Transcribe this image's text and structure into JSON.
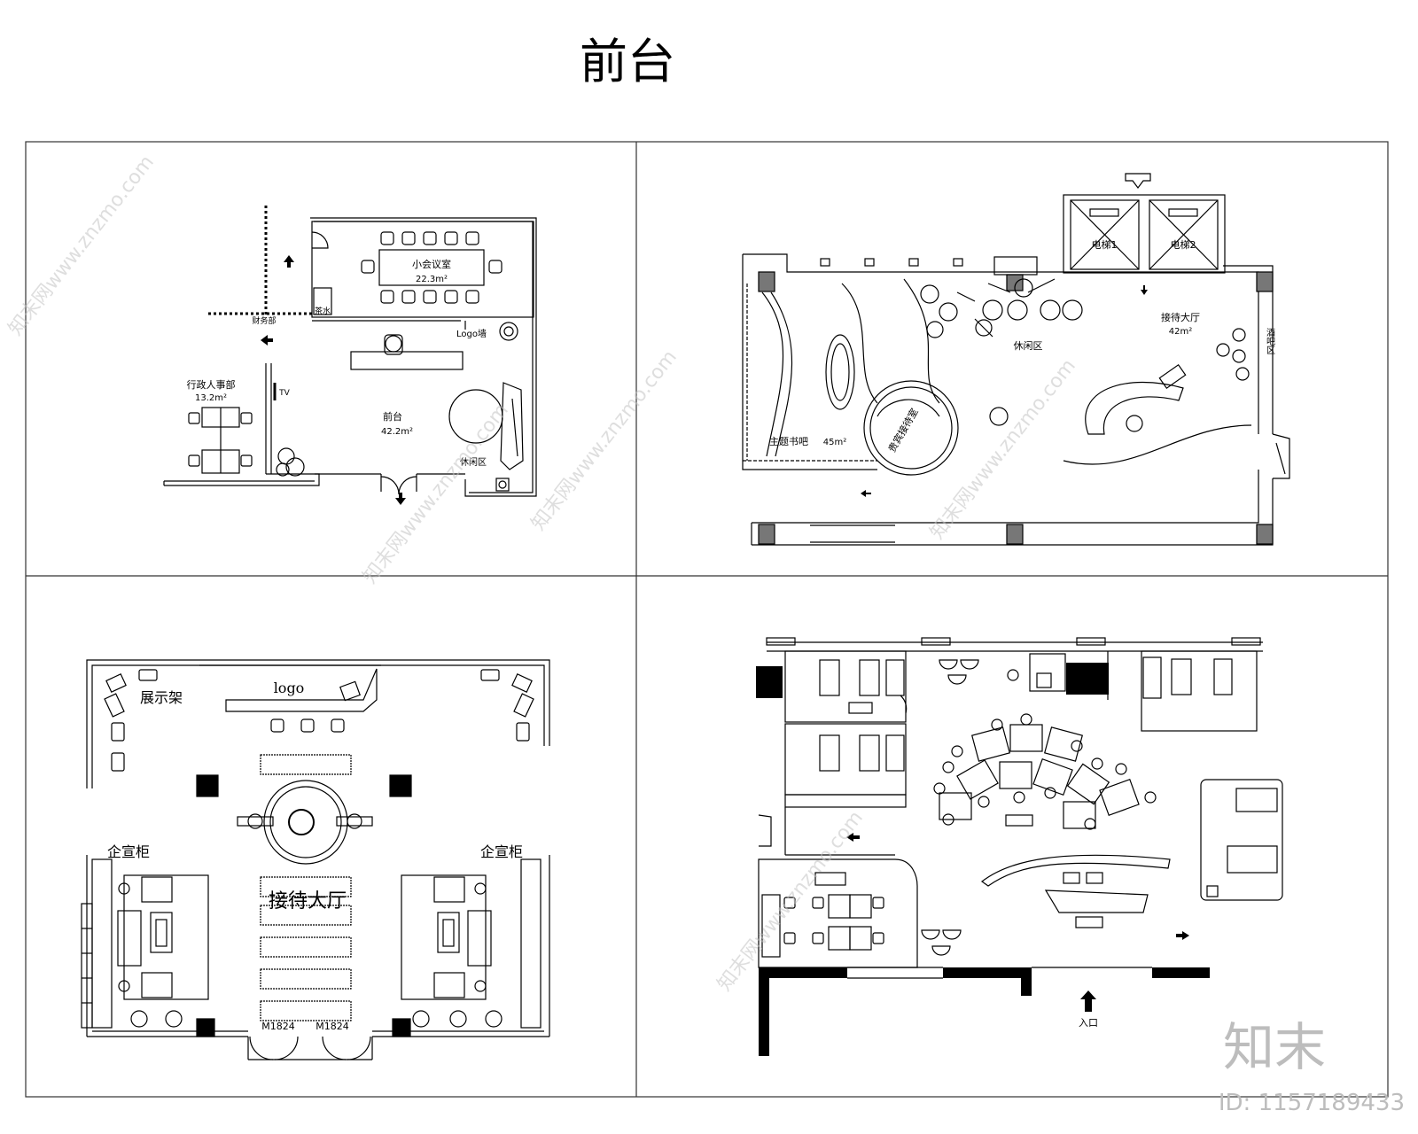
{
  "page": {
    "title": "前台"
  },
  "plan1": {
    "meeting_room": "小会议室",
    "meeting_area": "22.3m²",
    "logo_wall": "Logo墙",
    "admin_dept": "行政人事部",
    "admin_area": "13.2m²",
    "reception": "前台",
    "reception_area": "42.2m²",
    "rest_area": "休闲区",
    "pantry": "茶水",
    "finance": "财务部",
    "tv": "TV"
  },
  "plan2": {
    "elevator1": "电梯1",
    "elevator2": "电梯2",
    "reception_hall": "接待大厅",
    "reception_hall_area": "42m²",
    "leisure_area": "休闲区",
    "theme_book": "主题书吧",
    "theme_book_area": "45m²",
    "vip_room": "贵宾接待室",
    "bar_area": "酒吧区"
  },
  "plan3": {
    "display_rack": "展示架",
    "logo": "logo",
    "brochure_left": "企宣柜",
    "brochure_right": "企宣柜",
    "reception_hall": "接待大厅",
    "door_left": "M1824",
    "door_right": "M1824"
  },
  "plan4": {
    "entrance": "入口"
  },
  "watermark": {
    "text": "知末网www.znzmo.com",
    "brand": "知末",
    "id": "ID: 1157189433"
  }
}
